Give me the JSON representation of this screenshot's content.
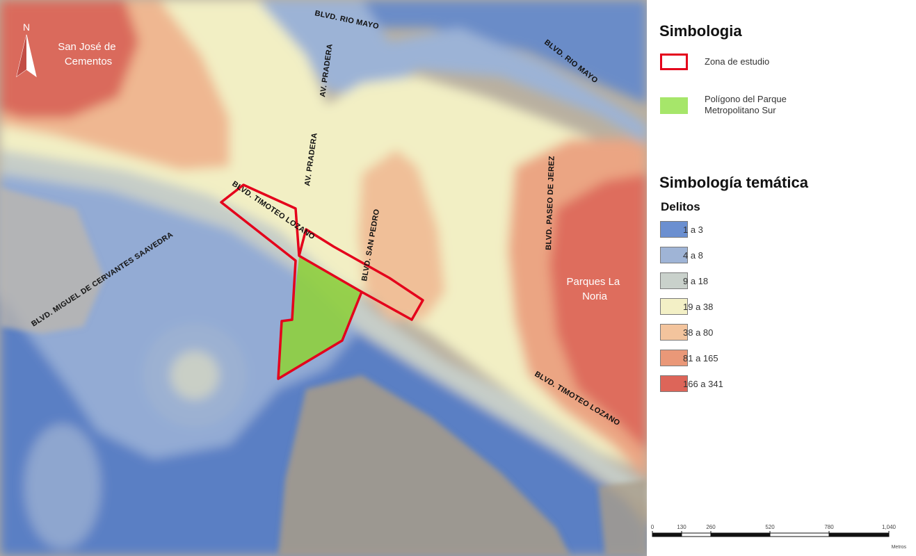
{
  "map": {
    "north_label": "N",
    "places": [
      {
        "line1": "San José de",
        "line2": "Cementos"
      },
      {
        "line1": "Parques La",
        "line2": "Noria"
      }
    ],
    "roads": [
      "BLVD. RIO MAYO",
      "BLVD. RIO MAYO",
      "AV. PRADERA",
      "AV. PRADERA",
      "BLVD. TIMOTEO LOZANO",
      "BLVD. SAN PEDRO",
      "BLVD. MIGUEL DE CERVANTES SAAVEDRA",
      "BLVD. PASEO DE JEREZ",
      "BLVD. TIMOTEO LOZANO"
    ]
  },
  "legend": {
    "title": "Simbologia",
    "items": [
      {
        "label": "Zona de estudio",
        "color": "#e4001b"
      },
      {
        "label": "Polígono del Parque Metropolitano Sur",
        "color": "#a6e66a"
      }
    ],
    "thematic_title": "Simbología temática",
    "subtitle": "Delitos",
    "classes": [
      {
        "label": "1 a 3",
        "color": "#6b8fd0"
      },
      {
        "label": "4 a 8",
        "color": "#9fb4d6"
      },
      {
        "label": "9 a 18",
        "color": "#c9d1cb"
      },
      {
        "label": "19 a 38",
        "color": "#f3f0c6"
      },
      {
        "label": "38 a 80",
        "color": "#f3c49d"
      },
      {
        "label": "81 a 165",
        "color": "#ea9878"
      },
      {
        "label": "166 a 341",
        "color": "#dd6559"
      }
    ]
  },
  "scale": {
    "ticks": [
      "0",
      "130",
      "260",
      "520",
      "780",
      "1,040"
    ],
    "unit": "Metros"
  }
}
